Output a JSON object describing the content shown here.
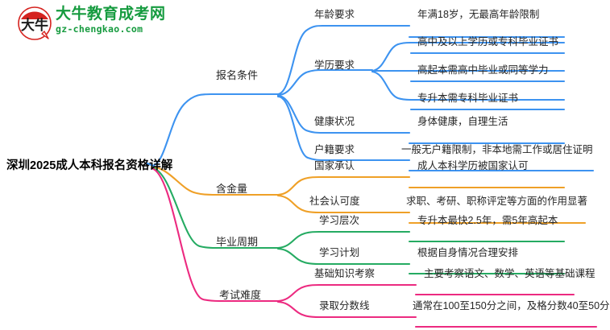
{
  "logo": {
    "badge_text": "大牛",
    "name": "大牛教育成考网",
    "url": "gz-chengkao.com",
    "brand_green": "#169b3f",
    "badge_red": "#d5231f"
  },
  "mindmap": {
    "root": "深圳2025成人本科报名资格详解",
    "colors": {
      "blue": "#3d93f0",
      "orange": "#efa027",
      "green": "#25ab62",
      "pink": "#ec2a80"
    },
    "branches": [
      {
        "label": "报名条件",
        "color": "#3d93f0",
        "children": [
          {
            "label": "年龄要求",
            "details": [
              "年满18岁，无最高年龄限制"
            ]
          },
          {
            "label": "学历要求",
            "details": [
              "高中及以上学历或专科毕业证书",
              "高起本需高中毕业或同等学力",
              "专升本需专科毕业证书"
            ]
          },
          {
            "label": "健康状况",
            "details": [
              "身体健康，自理生活"
            ]
          },
          {
            "label": "户籍要求",
            "details": [
              "一般无户籍限制，非本地需工作或居住证明"
            ]
          }
        ]
      },
      {
        "label": "含金量",
        "color": "#efa027",
        "children": [
          {
            "label": "国家承认",
            "details": [
              "成人本科学历被国家认可"
            ]
          },
          {
            "label": "社会认可度",
            "details": [
              "求职、考研、职称评定等方面的作用显著"
            ]
          }
        ]
      },
      {
        "label": "毕业周期",
        "color": "#25ab62",
        "children": [
          {
            "label": "学习层次",
            "details": [
              "专升本最快2.5年，需5年高起本"
            ]
          },
          {
            "label": "学习计划",
            "details": [
              "根据自身情况合理安排"
            ]
          }
        ]
      },
      {
        "label": "考试难度",
        "color": "#ec2a80",
        "children": [
          {
            "label": "基础知识考察",
            "details": [
              "主要考察语文、数学、英语等基础课程"
            ]
          },
          {
            "label": "录取分数线",
            "details": [
              "通常在100至150分之间，及格分数40至50分"
            ]
          }
        ]
      }
    ]
  }
}
